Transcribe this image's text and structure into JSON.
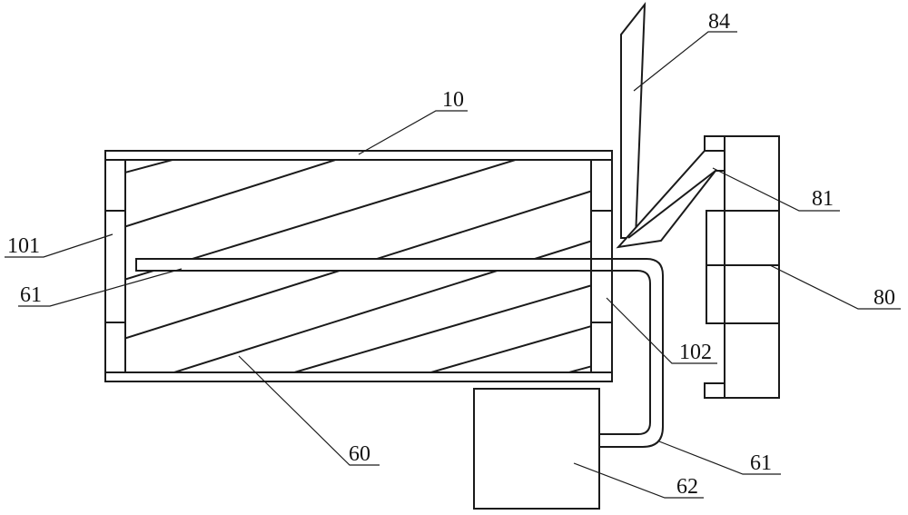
{
  "labels": {
    "l84": "84",
    "l10": "10",
    "l81": "81",
    "l101": "101",
    "l61a": "61",
    "l80": "80",
    "l102": "102",
    "l60": "60",
    "l61b": "61",
    "l62": "62"
  },
  "colors": {
    "line": "#1a1a1a",
    "background": "#ffffff"
  }
}
